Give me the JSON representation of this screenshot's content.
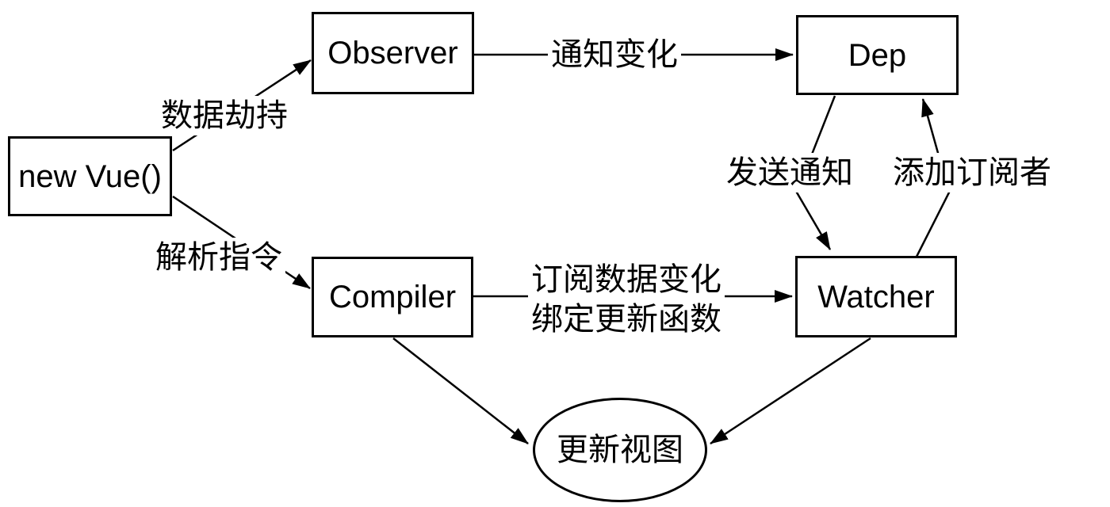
{
  "nodes": {
    "new_vue": {
      "label": "new Vue()"
    },
    "observer": {
      "label": "Observer"
    },
    "dep": {
      "label": "Dep"
    },
    "compiler": {
      "label": "Compiler"
    },
    "watcher": {
      "label": "Watcher"
    },
    "update_view": {
      "label": "更新视图"
    }
  },
  "edges": {
    "new_vue_to_observer": {
      "label": "数据劫持"
    },
    "new_vue_to_compiler": {
      "label": "解析指令"
    },
    "observer_to_dep": {
      "label": "通知变化"
    },
    "compiler_to_watcher": {
      "label_line1": "订阅数据变化",
      "label_line2": "绑定更新函数"
    },
    "dep_to_watcher": {
      "label": "发送通知"
    },
    "watcher_to_dep": {
      "label": "添加订阅者"
    }
  },
  "colors": {
    "line": "#000000",
    "node_border": "#000000",
    "background": "#ffffff",
    "text": "#000000"
  }
}
